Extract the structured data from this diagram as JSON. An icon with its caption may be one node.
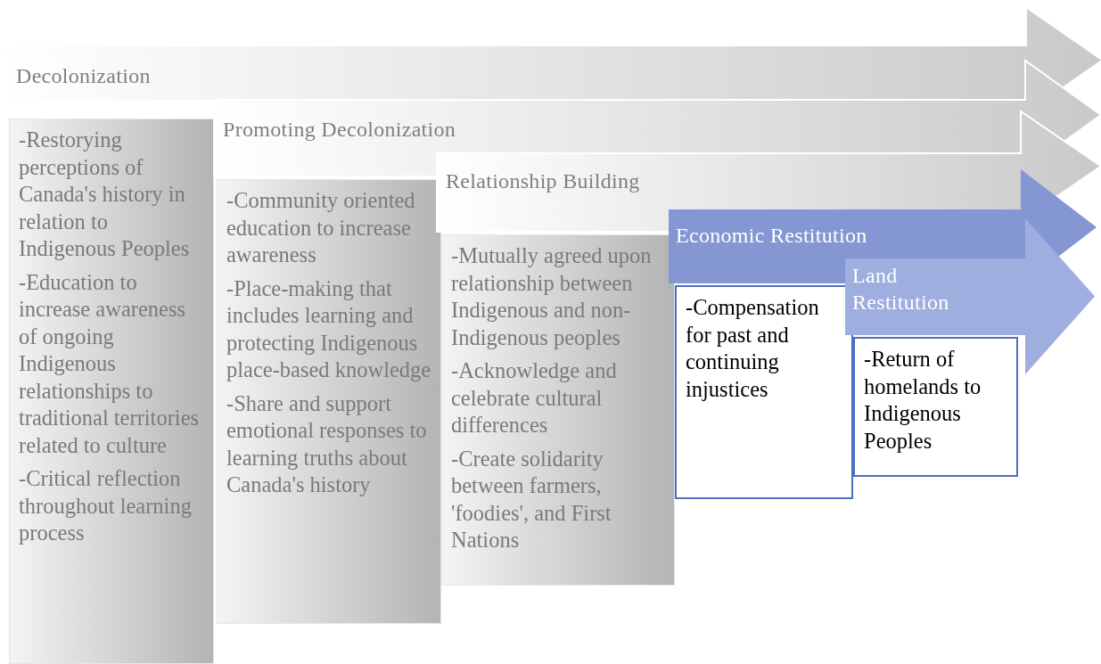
{
  "diagram": {
    "nodes": [
      {
        "text": [
          "Decolonization"
        ]
      },
      {
        "text": [
          "-Restorying perceptions of Canada's history in relation to Indigenous Peoples",
          "-Education to increase awareness of ongoing Indigenous relationships to traditional territories related to culture",
          "-Critical reflection throughout learning process"
        ]
      },
      {
        "text": [
          "Promoting Decolonization"
        ]
      },
      {
        "text": [
          "-Community oriented education to increase awareness",
          "-Place-making that includes learning and protecting Indigenous place-based knowledge",
          "-Share and support emotional responses to learning truths about Canada's history"
        ]
      },
      {
        "text": [
          "Relationship Building"
        ]
      },
      {
        "text": [
          "-Mutually agreed upon relationship between Indigenous and non-Indigenous peoples",
          "-Acknowledge and celebrate cultural differences",
          "-Create solidarity between farmers, 'foodies', and First Nations"
        ]
      },
      {
        "text": [
          "Economic Restitution"
        ]
      },
      {
        "text": [
          "-Compensation for past and continuing injustices"
        ]
      },
      {
        "text": [
          "Land Restitution"
        ]
      },
      {
        "text": [
          "-Return of homelands to Indigenous Peoples"
        ]
      }
    ]
  }
}
